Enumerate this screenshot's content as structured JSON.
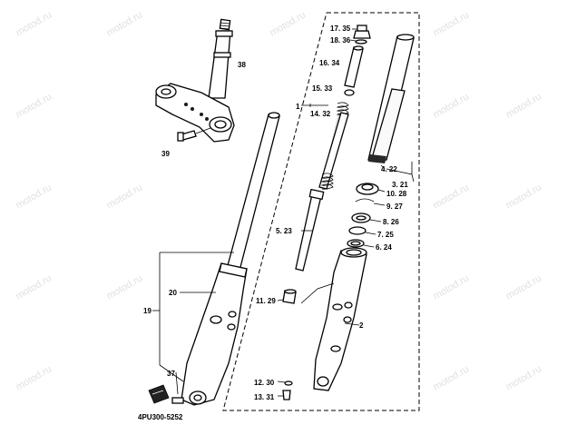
{
  "diagram_code": "4PU300-5252",
  "watermark": "motod.ru",
  "labels": {
    "p1": "1",
    "p2": "2",
    "p3": "3. 21",
    "p4": "4. 22",
    "p5": "5. 23",
    "p6": "6. 24",
    "p7": "7. 25",
    "p8": "8. 26",
    "p9": "9. 27",
    "p10": "10. 28",
    "p11": "11. 29",
    "p12": "12. 30",
    "p13": "13. 31",
    "p14": "14. 32",
    "p15": "15. 33",
    "p16": "16. 34",
    "p17": "17. 35",
    "p18": "18. 36",
    "p19": "19",
    "p20": "20",
    "p37": "37",
    "p38": "38",
    "p39": "39"
  }
}
